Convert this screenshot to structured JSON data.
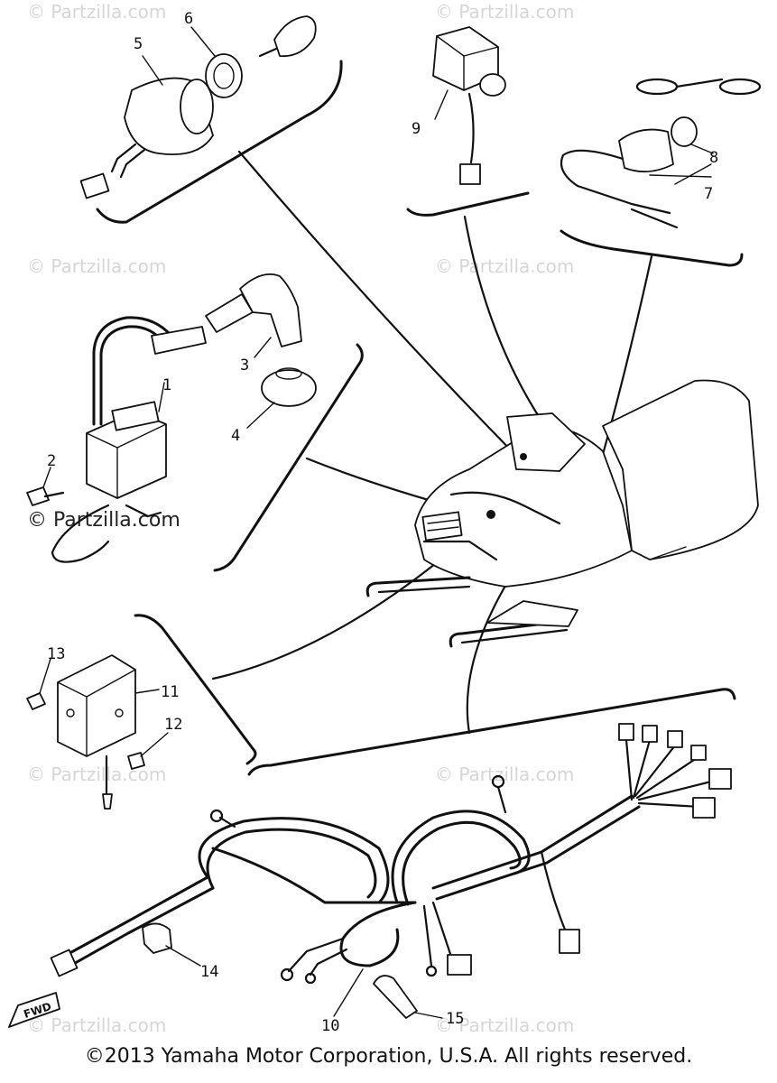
{
  "watermark": "© Partzilla.com",
  "copyright": "©2013 Yamaha Motor Corporation, U.S.A. All rights reserved.",
  "direction_label": "FWD",
  "callouts": [
    {
      "key": "c1",
      "text": "1"
    },
    {
      "key": "c2",
      "text": "2"
    },
    {
      "key": "c3",
      "text": "3"
    },
    {
      "key": "c4",
      "text": "4"
    },
    {
      "key": "c5",
      "text": "5"
    },
    {
      "key": "c6",
      "text": "6"
    },
    {
      "key": "c7",
      "text": "7"
    },
    {
      "key": "c8",
      "text": "8"
    },
    {
      "key": "c9",
      "text": "9"
    },
    {
      "key": "c10",
      "text": "10"
    },
    {
      "key": "c11",
      "text": "11"
    },
    {
      "key": "c12",
      "text": "12"
    },
    {
      "key": "c13",
      "text": "13"
    },
    {
      "key": "c14",
      "text": "14"
    },
    {
      "key": "c15",
      "text": "15"
    }
  ]
}
